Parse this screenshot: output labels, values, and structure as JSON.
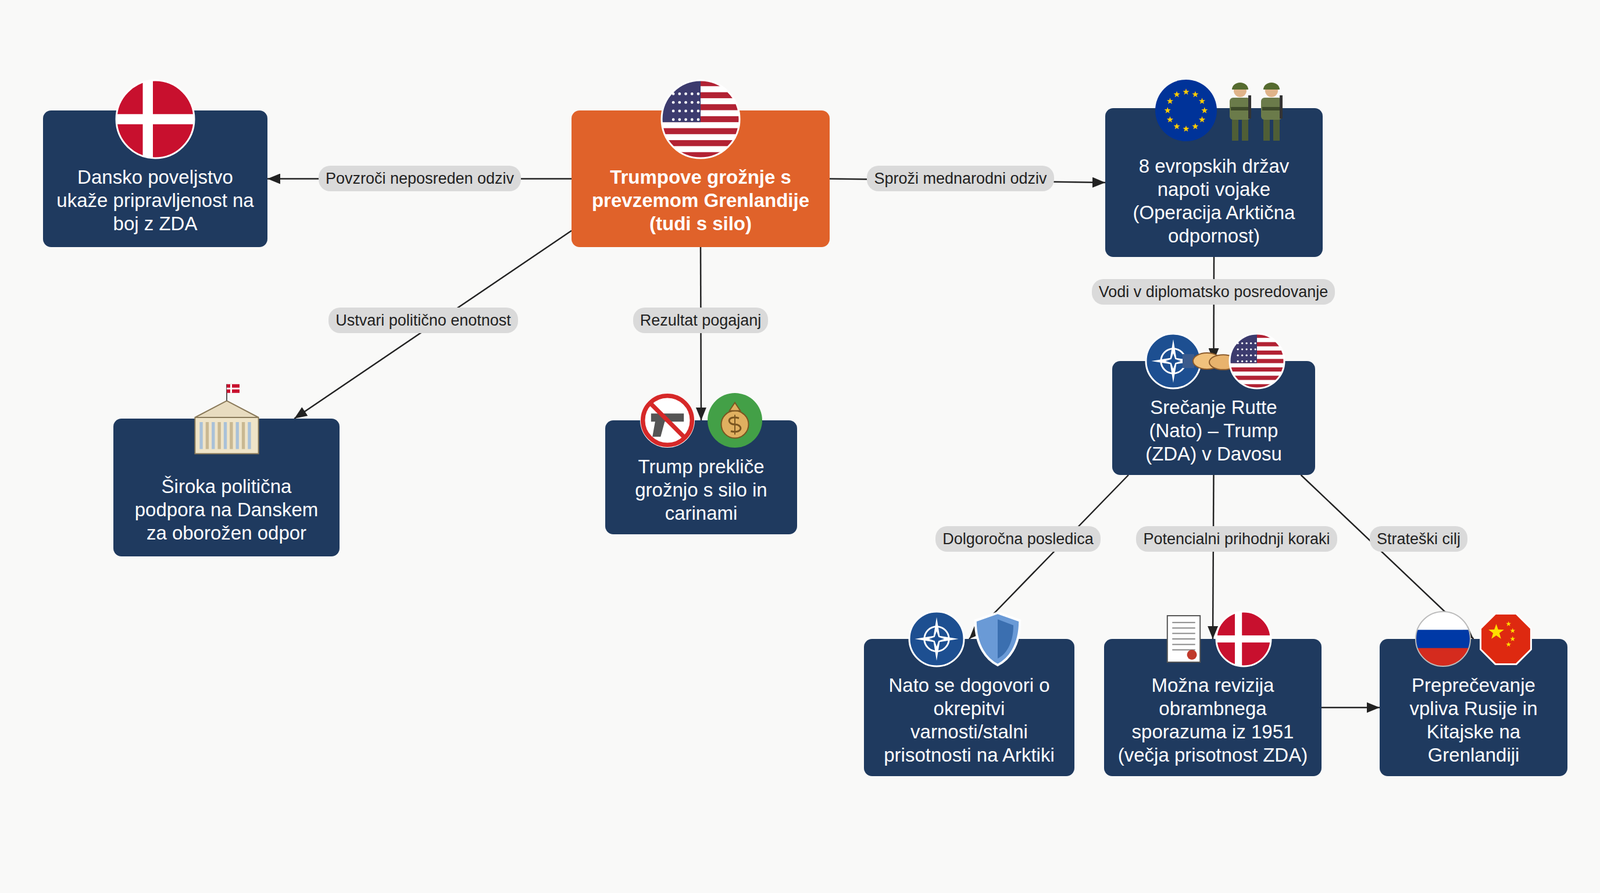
{
  "diagram": {
    "nodes": [
      {
        "text": [
          "Dansko poveljstvo ukaže pripravljenost na boj z ZDA"
        ]
      },
      {
        "text": [
          "Trumpove grožnje s prevzemom Grenlandije (tudi s silo)"
        ]
      },
      {
        "text": [
          "8 evropskih držav napoti vojake (Operacija Arktična odpornost)"
        ]
      },
      {
        "text": [
          "Široka politična podpora na Danskem za oborožen odpor"
        ]
      },
      {
        "text": [
          "Trump prekliče grožnjo s silo in carinami"
        ]
      },
      {
        "text": [
          "Srečanje Rutte (Nato) – Trump (ZDA) v Davosu"
        ]
      },
      {
        "text": [
          "Nato se dogovori o okrepitvi varnosti/stalni prisotnosti na Arktiki"
        ]
      },
      {
        "text": [
          "Možna revizija obrambnega sporazuma iz 1951 (večja prisotnost ZDA)"
        ]
      },
      {
        "text": [
          "Preprečevanje vpliva Rusije in Kitajske na Grenlandiji"
        ]
      }
    ],
    "edges": [
      {
        "from": 1,
        "to": 0,
        "label": "Povzroči neposreden odziv",
        "arrow": "to"
      },
      {
        "from": 1,
        "to": 2,
        "label": "Sproži mednarodni odziv",
        "arrow": "to"
      },
      {
        "from": 1,
        "to": 3,
        "label": "Ustvari politično enotnost",
        "arrow": "to"
      },
      {
        "from": 1,
        "to": 4,
        "label": "Rezultat pogajanj",
        "arrow": "to"
      },
      {
        "from": 2,
        "to": 5,
        "label": "Vodi v diplomatsko posredovanje",
        "arrow": "to"
      },
      {
        "from": 5,
        "to": 6,
        "label": "Dolgoročna posledica",
        "arrow": "to"
      },
      {
        "from": 5,
        "to": 7,
        "label": "Potencialni prihodnji koraki",
        "arrow": "to"
      },
      {
        "from": 5,
        "to": 8,
        "label": "Strateški cilj",
        "arrow": "to"
      },
      {
        "from": 7,
        "to": 8,
        "arrow": "to"
      }
    ]
  }
}
